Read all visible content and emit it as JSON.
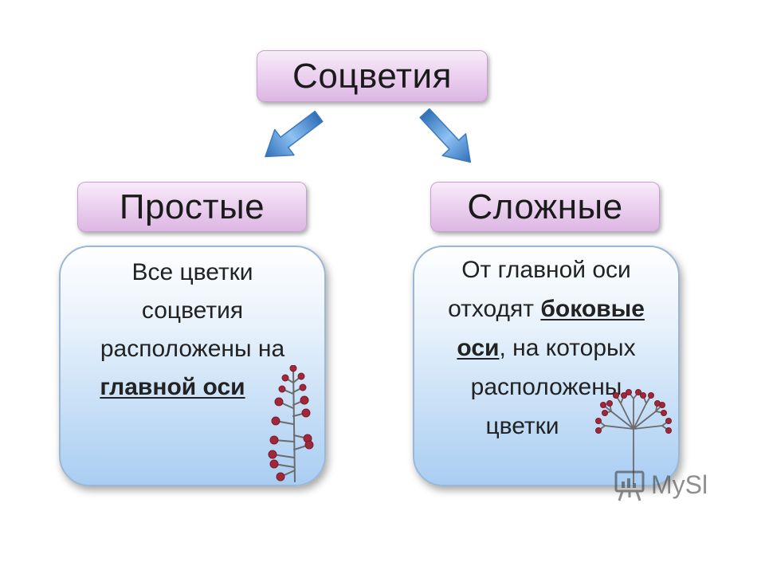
{
  "root": {
    "label": "Соцветия"
  },
  "branches": [
    {
      "title": "Простые",
      "lines": [
        [
          {
            "text": "Все цветки",
            "em": false
          }
        ],
        [
          {
            "text": "соцветия",
            "em": false
          }
        ],
        [
          {
            "text": "расположены на",
            "em": false
          }
        ],
        [
          {
            "text": "главной оси",
            "em": true
          }
        ]
      ],
      "icon": "simple-inflorescence-icon"
    },
    {
      "title": "Сложные",
      "lines": [
        [
          {
            "text": "От главной оси",
            "em": false
          }
        ],
        [
          {
            "text": "отходят ",
            "em": false
          },
          {
            "text": "боковые",
            "em": true
          }
        ],
        [
          {
            "text": "оси",
            "em": true
          },
          {
            "text": ", на которых",
            "em": false
          }
        ],
        [
          {
            "text": "расположены",
            "em": false
          }
        ],
        [
          {
            "text": "цветки",
            "em": false
          }
        ]
      ],
      "icon": "compound-inflorescence-icon"
    }
  ],
  "watermark": {
    "text": "MySl",
    "icon": "presentation-board-icon"
  },
  "colors": {
    "header_fill": "#ecd3f0",
    "card_fill": "#a9cdf2",
    "arrow": "#4a90d9",
    "flower": "#a0283a"
  }
}
